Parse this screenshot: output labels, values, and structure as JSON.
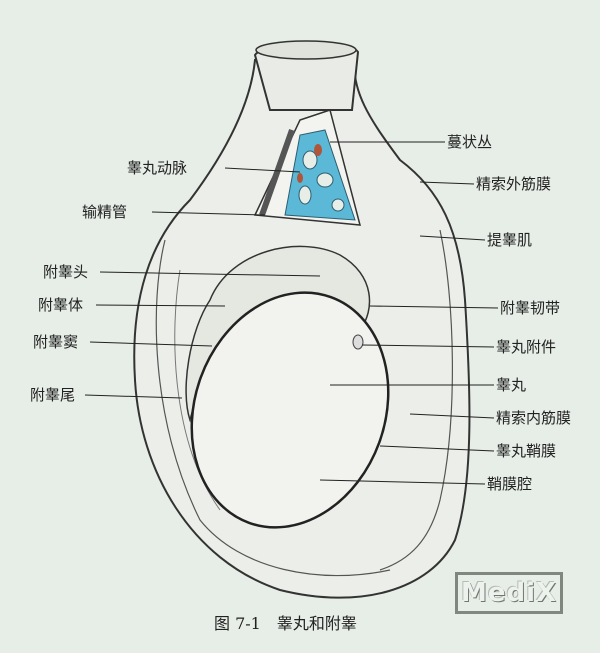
{
  "labels": {
    "pampiniform_plexus": "蔓状丛",
    "testicular_artery": "睾丸动脉",
    "external_spermatic_fascia": "精索外筋膜",
    "ductus_deferens": "输精管",
    "cremaster": "提睾肌",
    "head_of_epididymis": "附睾头",
    "body_of_epididymis": "附睾体",
    "epididymal_ligament": "附睾韧带",
    "epididymal_sinus": "附睾窦",
    "appendix_of_testis": "睾丸附件",
    "tail_of_epididymis": "附睾尾",
    "testis": "睾丸",
    "internal_spermatic_fascia": "精索内筋膜",
    "tunica_vaginalis": "睾丸鞘膜",
    "vaginal_cavity": "鞘膜腔"
  },
  "caption": "图 7-1　睾丸和附睾",
  "watermark": "MediX",
  "colors": {
    "background": "#e7ede7",
    "plexus": "#5bb8d6",
    "artery": "#b0553a"
  }
}
